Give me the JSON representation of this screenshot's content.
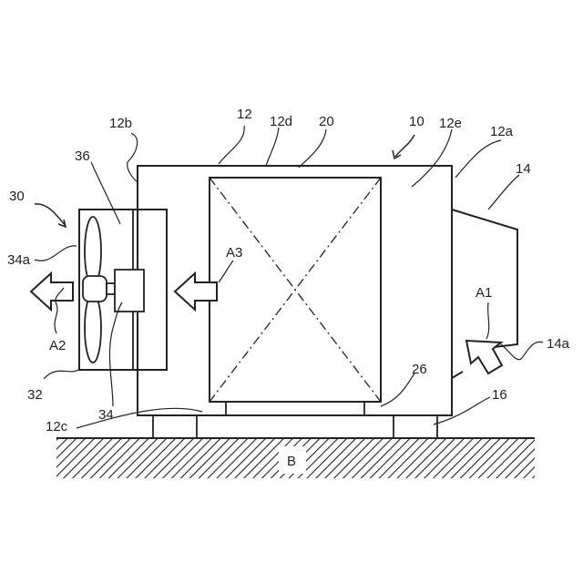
{
  "labels": {
    "l10": "10",
    "l12": "12",
    "l12a": "12a",
    "l12b": "12b",
    "l12c": "12c",
    "l12d": "12d",
    "l12e": "12e",
    "l14": "14",
    "l14a": "14a",
    "l16": "16",
    "l20": "20",
    "l26": "26",
    "l30": "30",
    "l32": "32",
    "l34": "34",
    "l34a": "34a",
    "l36": "36",
    "lA1": "A1",
    "lA2": "A2",
    "lA3": "A3",
    "lB": "B"
  }
}
